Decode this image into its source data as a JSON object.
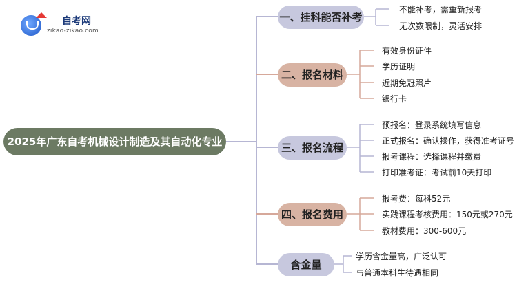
{
  "logo": {
    "title": "自考网",
    "url": "zikao-zikao.com"
  },
  "root": {
    "label": "2025年广东自考机械设计制造及其自动化专业"
  },
  "branches": [
    {
      "label": "一、挂科能否补考",
      "items": [
        "不能补考，需重新报考",
        "无次数限制，灵活安排"
      ]
    },
    {
      "label": "二、报名材料",
      "items": [
        "有效身份证件",
        "学历证明",
        "近期免冠照片",
        "银行卡"
      ]
    },
    {
      "label": "三、报名流程",
      "items": [
        "预报名：登录系统填写信息",
        "正式报名：确认操作，获得准考证号",
        "报考课程：选择课程并缴费",
        "打印准考证：考试前10天打印"
      ]
    },
    {
      "label": "四、报名费用",
      "items": [
        "报考费：每科52元",
        "实践课程考核费用：150元或270元",
        "教材费用：300-600元"
      ]
    },
    {
      "label": "含金量",
      "items": [
        "学历含金量高，广泛认可",
        "与普通本科生待遇相同"
      ]
    }
  ],
  "colors": {
    "root": "#6c7a63",
    "branch_a": "#c7c8de",
    "branch_b": "#d8b3a3",
    "connector_a": "#b6b6d3",
    "connector_b": "#d6a89a"
  }
}
